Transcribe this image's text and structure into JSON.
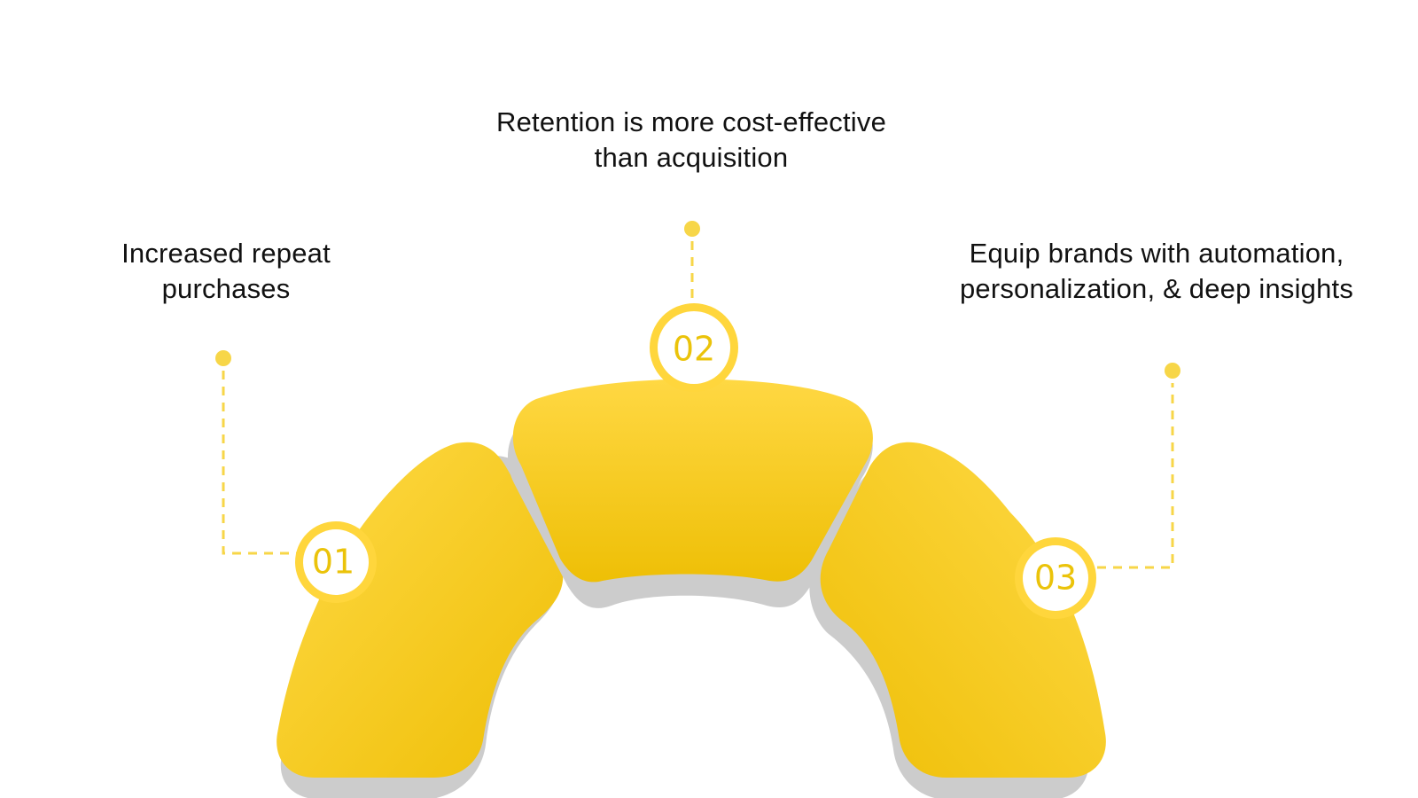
{
  "steps": [
    {
      "number": "01",
      "text": "Increased repeat\npurchases"
    },
    {
      "number": "02",
      "text": "Retention is more cost-effective\nthan acquisition"
    },
    {
      "number": "03",
      "text": "Equip brands with automation,\npersonalization, & deep insights"
    }
  ],
  "colors": {
    "segment_light": "#FFD84A",
    "segment_dark": "#EEBF05",
    "shadow": "#CCCCCC",
    "connector": "#F7D648",
    "badge_ring": "#FFD63C",
    "number_text": "#EBC30A",
    "text": "#111111"
  }
}
